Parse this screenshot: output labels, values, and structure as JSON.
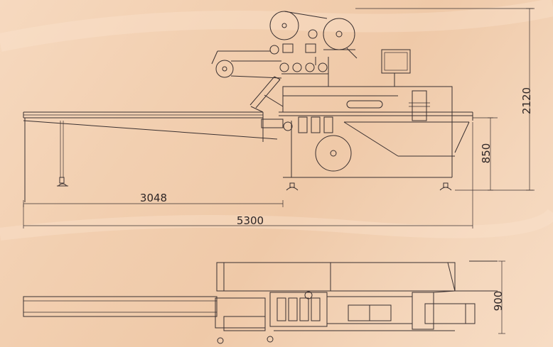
{
  "dimensions": {
    "height_total": "2120",
    "height_table": "850",
    "length_feeder": "3048",
    "length_total": "5300",
    "width_total": "900"
  }
}
